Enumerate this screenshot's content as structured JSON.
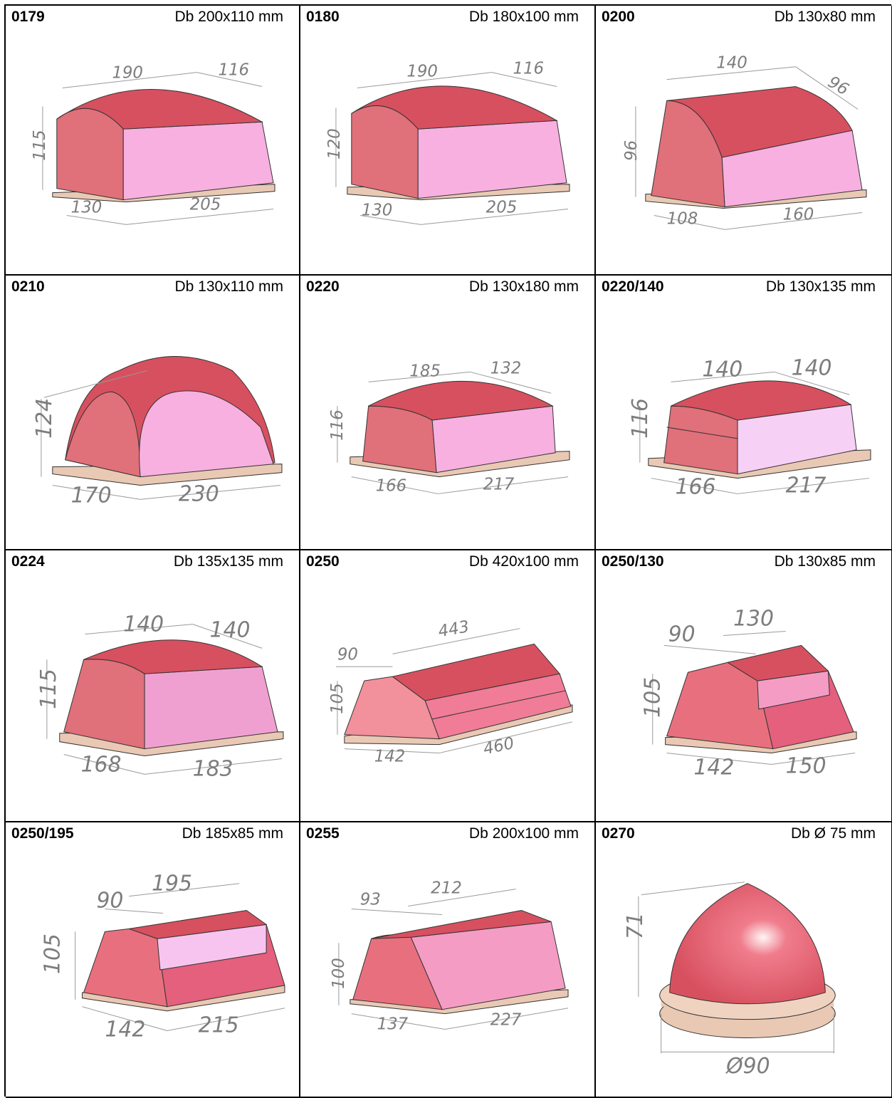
{
  "colors": {
    "top": "#d7505f",
    "left": "#e0707a",
    "right": "#f7b0e0",
    "base": "#e9c9b4",
    "dim": "#7d7d7d"
  },
  "items": [
    {
      "code": "0179",
      "desc": "Db 200x110 mm",
      "dims": [
        "190",
        "116",
        "115",
        "130",
        "205"
      ]
    },
    {
      "code": "0180",
      "desc": "Db 180x100 mm",
      "dims": [
        "190",
        "116",
        "120",
        "130",
        "205"
      ]
    },
    {
      "code": "0200",
      "desc": "Db 130x80 mm",
      "dims": [
        "140",
        "96",
        "96",
        "108",
        "160"
      ]
    },
    {
      "code": "0210",
      "desc": "Db 130x110 mm",
      "dims": [
        "124",
        "170",
        "230"
      ]
    },
    {
      "code": "0220",
      "desc": "Db 130x180 mm",
      "dims": [
        "185",
        "132",
        "116",
        "166",
        "217"
      ]
    },
    {
      "code": "0220/140",
      "desc": "Db 130x135 mm",
      "dims": [
        "140",
        "140",
        "116",
        "166",
        "217"
      ]
    },
    {
      "code": "0224",
      "desc": "Db 135x135 mm",
      "dims": [
        "140",
        "140",
        "115",
        "168",
        "183"
      ]
    },
    {
      "code": "0250",
      "desc": "Db 420x100 mm",
      "dims": [
        "443",
        "90",
        "105",
        "142",
        "460"
      ]
    },
    {
      "code": "0250/130",
      "desc": "Db 130x85 mm",
      "dims": [
        "130",
        "90",
        "105",
        "142",
        "150"
      ]
    },
    {
      "code": "0250/195",
      "desc": "Db 185x85 mm",
      "dims": [
        "195",
        "90",
        "105",
        "142",
        "215"
      ]
    },
    {
      "code": "0255",
      "desc": "Db 200x100 mm",
      "dims": [
        "212",
        "93",
        "100",
        "137",
        "227"
      ]
    },
    {
      "code": "0270",
      "desc": "Db Ø 75 mm",
      "dims": [
        "71",
        "Ø90"
      ]
    }
  ]
}
